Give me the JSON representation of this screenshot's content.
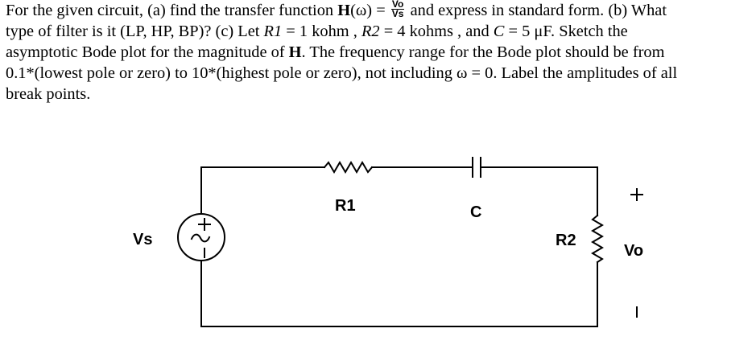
{
  "problem": {
    "line1_a": "For the given circuit, (a) find the transfer function ",
    "H_symbol": "H",
    "line1_b": "(ω) = ",
    "frac_num": "Vo",
    "frac_den": "Vs",
    "line1_c": " and express in standard form.  (b) What",
    "line2_a": "type of filter is it (LP, HP, BP)?  (c) Let ",
    "R1_sym": "R1",
    "line2_b": " = 1 kohm , ",
    "R2_sym": "R2",
    "line2_c": " = 4 kohms , and ",
    "C_sym": "C",
    "line2_d": " = 5 μF.  Sketch the",
    "line3_a": "asymptotic Bode plot for the magnitude of ",
    "H_sym2": "H",
    "line3_b": ".  The frequency range for the Bode plot should be from",
    "line4": "0.1*(lowest pole or zero) to 10*(highest pole or zero), not including ω = 0.  Label the amplitudes of all",
    "line5": "break points."
  },
  "circuit": {
    "source_label": "Vs",
    "source_plus": "+",
    "source_minus": "−",
    "source_wave": "∼",
    "r1_label": "R1",
    "c_label": "C",
    "r2_label": "R2",
    "out_plus": "+",
    "out_label": "Vo",
    "out_minus": "−"
  }
}
